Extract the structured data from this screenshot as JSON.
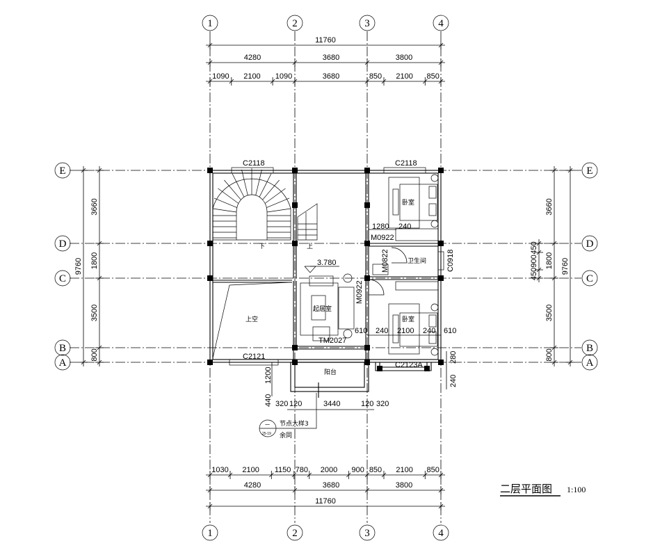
{
  "axes": {
    "columns": [
      "1",
      "2",
      "3",
      "4"
    ],
    "rows": [
      "E",
      "D",
      "C",
      "B",
      "A"
    ]
  },
  "dimensions": {
    "top_total": [
      "11760"
    ],
    "top_bays": [
      "4280",
      "3680",
      "3800"
    ],
    "top_detail": [
      "1090",
      "2100",
      "1090",
      "3680",
      "850",
      "2100",
      "850"
    ],
    "bottom_detail": [
      "1030",
      "2100",
      "1150",
      "780",
      "2000",
      "900",
      "850",
      "2100",
      "850"
    ],
    "bottom_bays": [
      "4280",
      "3680",
      "3800"
    ],
    "bottom_total": [
      "11760"
    ],
    "left_total": [
      "9760"
    ],
    "left_bays": [
      "3660",
      "1800",
      "3500",
      "800"
    ],
    "right_detail": [
      "450",
      "900",
      "450"
    ],
    "right_bays": [
      "3660",
      "1800",
      "3500",
      "800"
    ],
    "right_total": [
      "9760"
    ],
    "balcony_width": [
      "320",
      "120",
      "3440",
      "120",
      "320"
    ],
    "bedroom2_width": [
      "610",
      "240",
      "2100",
      "240",
      "610"
    ],
    "bedroom1_door": [
      "1280",
      "240"
    ],
    "balcony_depth": [
      "1200",
      "440"
    ],
    "bay_window": [
      "280",
      "240"
    ]
  },
  "rooms": {
    "bedroom_1": "卧室",
    "bedroom_2": "卧室",
    "bathroom": "卫生间",
    "living": "起居室",
    "void": "上空",
    "balcony": "阳台"
  },
  "openings": {
    "window_c2118_left": "C2118",
    "window_c2118_right": "C2118",
    "door_m0922_bed1": "M0922",
    "door_m0822": "M0822",
    "window_c0918": "C0918",
    "door_m0922_bed2": "M0922",
    "door_tm2027": "TM2027",
    "window_c2121": "C2121",
    "window_c2123a": "C2123A"
  },
  "stairs": {
    "down": "下",
    "up": "上"
  },
  "elevation": "3.780",
  "detail_callout": {
    "number": "一",
    "sheet": "25-19",
    "label": "节点大样3",
    "note": "余同"
  },
  "drawing_title": {
    "title": "二层平面图",
    "scale": "1:100"
  }
}
